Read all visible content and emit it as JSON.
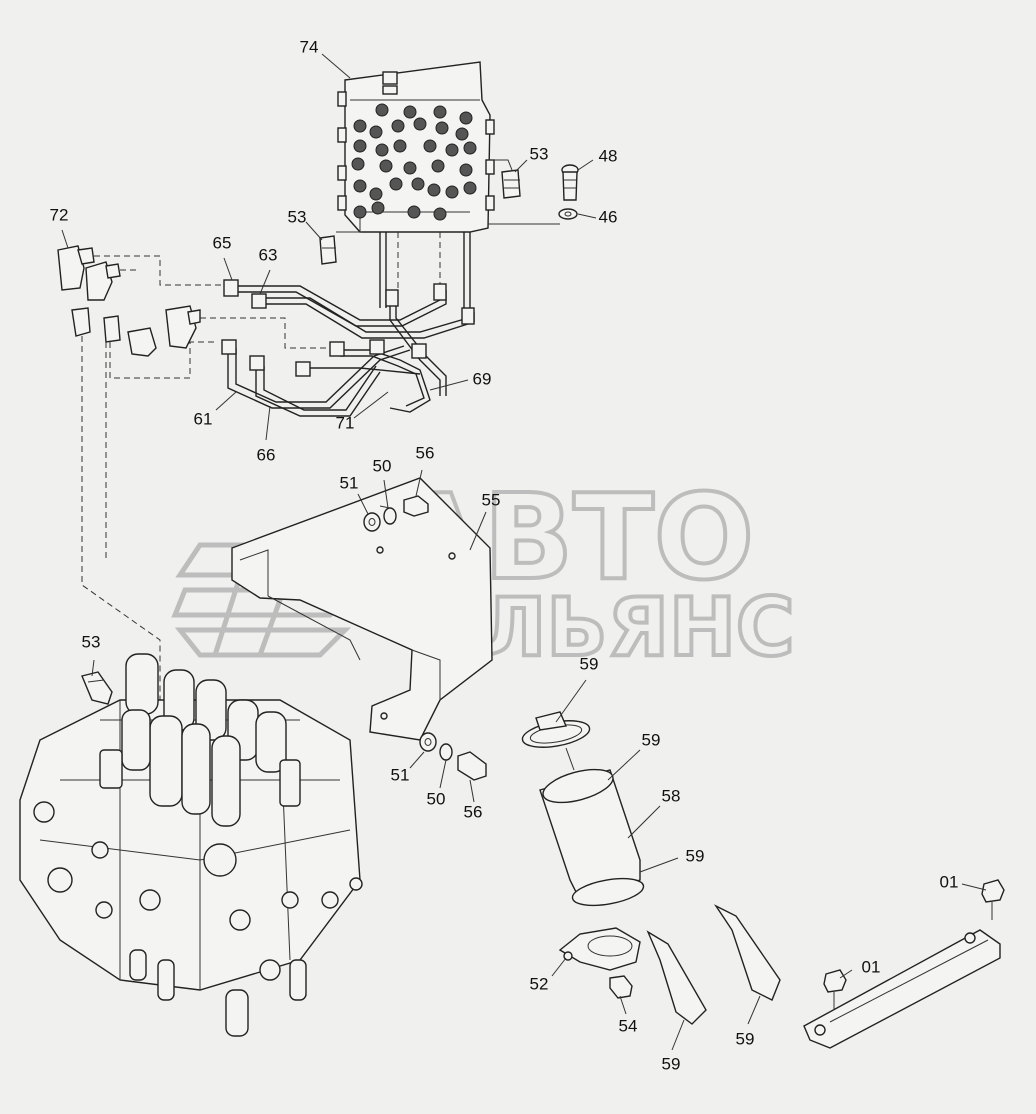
{
  "watermark": {
    "line1": "АВТО",
    "line2": "АЛЬЯНС"
  },
  "callouts": {
    "c74": "74",
    "c53a": "53",
    "c48": "48",
    "c46": "46",
    "c53b": "53",
    "c72": "72",
    "c65": "65",
    "c63": "63",
    "c61": "61",
    "c66": "66",
    "c71": "71",
    "c69": "69",
    "c51a": "51",
    "c50a": "50",
    "c56a": "56",
    "c55": "55",
    "c53c": "53",
    "c59a": "59",
    "c59b": "59",
    "c58": "58",
    "c59c": "59",
    "c51b": "51",
    "c50b": "50",
    "c56b": "56",
    "c01a": "01",
    "c01b": "01",
    "c52": "52",
    "c54": "54",
    "c59d": "59",
    "c59e": "59"
  },
  "colors": {
    "background": "#f0f0ee",
    "ink": "#222222",
    "watermark": "#bdbdbd"
  }
}
